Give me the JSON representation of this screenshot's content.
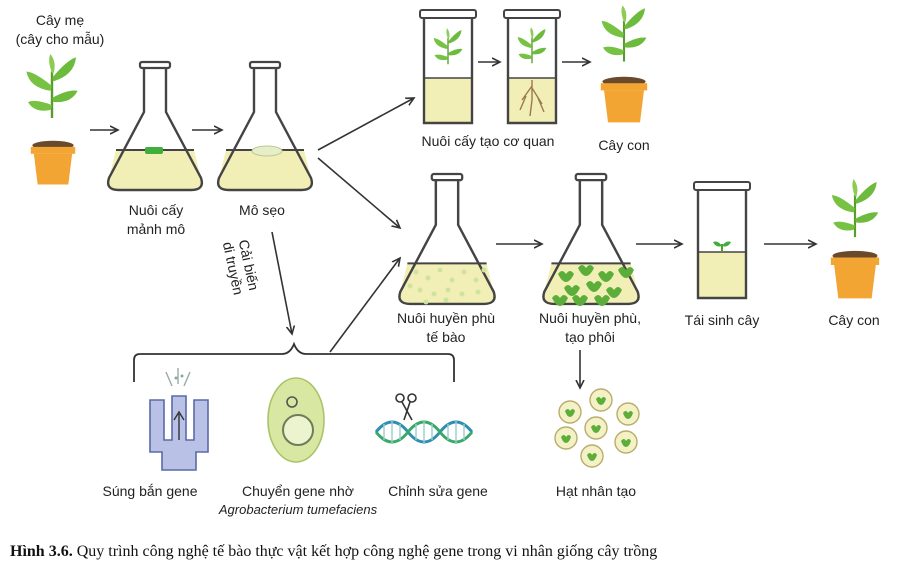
{
  "labels": {
    "mother_plant": [
      "Cây mẹ",
      "(cây cho mẫu)"
    ],
    "tissue_culture": [
      "Nuôi cấy",
      "mảnh mô"
    ],
    "callus": "Mô sẹo",
    "organ_culture": "Nuôi cấy tạo cơ quan",
    "plantlet_top": "Cây con",
    "genetic_mod": [
      "Cải biến",
      "di truyền"
    ],
    "suspension": [
      "Nuôi huyền phù",
      "tế bào"
    ],
    "suspension_embryo": [
      "Nuôi huyền phù,",
      "tạo phôi"
    ],
    "regeneration": "Tái sinh cây",
    "plantlet_bottom": "Cây con",
    "gene_gun": "Súng bắn gene",
    "agro_transfer": "Chuyển gene nhờ",
    "agro_species": "Agrobacterium tumefaciens",
    "gene_editing": "Chỉnh sửa gene",
    "artificial_seed": "Hạt nhân tạo"
  },
  "caption": {
    "prefix": "Hình 3.6.",
    "text": " Quy trình công nghệ tế bào thực vật kết hợp công nghệ gene trong vi nhân giống cây trồng"
  },
  "colors": {
    "medium": "#f2efb6",
    "leaf": "#6dbb3c",
    "pot": "#f3a534",
    "soil": "#6b4a2b",
    "callus": "#e6eec8",
    "embryo": "#5cae3a"
  }
}
